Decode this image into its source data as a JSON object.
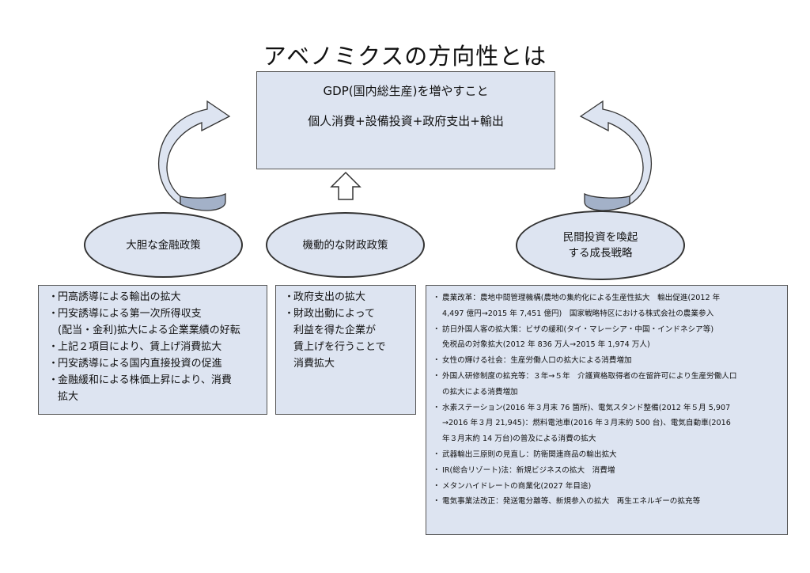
{
  "title": "アベノミクスの方向性とは",
  "goal": {
    "line1": "GDP(国内総生産)を増やすこと",
    "line2": "個人消費+設備投資+政府支出+輸出"
  },
  "policies": [
    {
      "label": "大胆な金融政策"
    },
    {
      "label": "機動的な財政政策"
    },
    {
      "label_line1": "民間投資を喚起",
      "label_line2": "する成長戦略"
    }
  ],
  "financial_details": {
    "bullet": "・",
    "items": [
      {
        "text": "円高誘導による輸出の拡大"
      },
      {
        "text": "円安誘導による第一次所得収支",
        "cont": "(配当・金利)拡大による企業業績の好転"
      },
      {
        "text": "上記２項目により、賃上げ消費拡大"
      },
      {
        "text": "円安誘導による国内直接投資の促進"
      },
      {
        "text": "金融緩和による株価上昇により、消費",
        "cont": "拡大"
      }
    ]
  },
  "fiscal_details": {
    "bullet": "・",
    "items": [
      {
        "text": "政府支出の拡大"
      },
      {
        "text": "財政出動によって",
        "cont1": "利益を得た企業が",
        "cont2": "賃上げを行うことで",
        "cont3": "消費拡大"
      }
    ]
  },
  "growth_details": {
    "bullet": "・",
    "items": [
      {
        "text": "農業改革：農地中間管理機構(農地の集約化による生産性拡大　輸出促進(2012 年",
        "cont": "4,497 億円→2015 年 7,451 億円)　国家戦略特区における株式会社の農業参入"
      },
      {
        "text": "訪日外国人客の拡大策：ビザの緩和(タイ・マレーシア・中国・インドネシア等)",
        "cont": "免税品の対象拡大(2012 年 836 万人→2015 年 1,974 万人)"
      },
      {
        "text": "女性の輝ける社会：生産労働人口の拡大による消費増加"
      },
      {
        "text": "外国人研修制度の拡充等：３年→５年　介護資格取得者の在留許可により生産労働人口",
        "cont": "の拡大による消費増加"
      },
      {
        "text": "水素ステーション(2016 年３月末 76 箇所)、電気スタンド整備(2012 年５月 5,907",
        "cont": "→2016 年３月 21,945)：燃料電池車(2016 年３月末約 500 台)、電気自動車(2016",
        "cont2": "年３月末約 14 万台)の普及による消費の拡大"
      },
      {
        "text": "武器輸出三原則の見直し：防衛関連商品の輸出拡大"
      },
      {
        "text": "IR(総合リゾート)法：新規ビジネスの拡大　消費増"
      },
      {
        "text": "メタンハイドレートの商業化(2027 年目途)"
      },
      {
        "text": "電気事業法改正：発送電分離等、新規参入の拡大　再生エネルギーの拡充等"
      }
    ]
  },
  "colors": {
    "box_fill": "#dde4f1",
    "arrow_fill": "#a3b1c8",
    "stroke": "#333333"
  }
}
